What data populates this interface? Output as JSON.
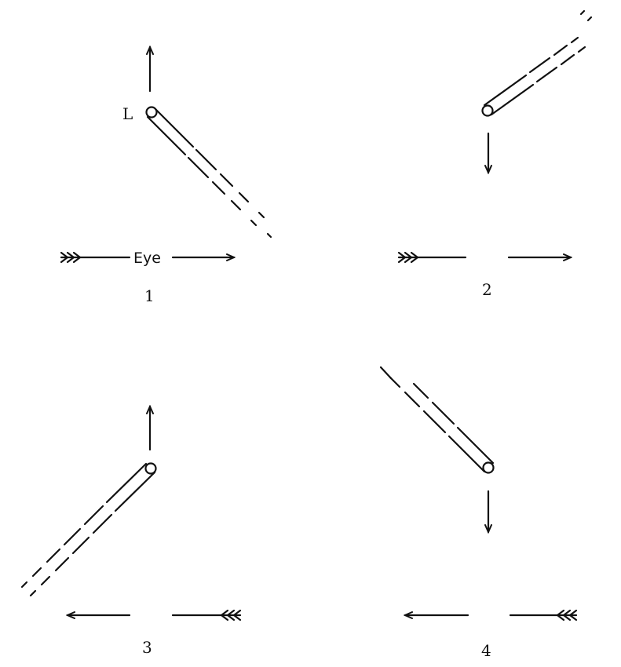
{
  "labels": {
    "light": "L",
    "eye": "Eye"
  },
  "panels": [
    {
      "number": "1"
    },
    {
      "number": "2"
    },
    {
      "number": "3"
    },
    {
      "number": "4"
    }
  ],
  "colors": {
    "ink": "#111111",
    "background": "#ffffff"
  }
}
